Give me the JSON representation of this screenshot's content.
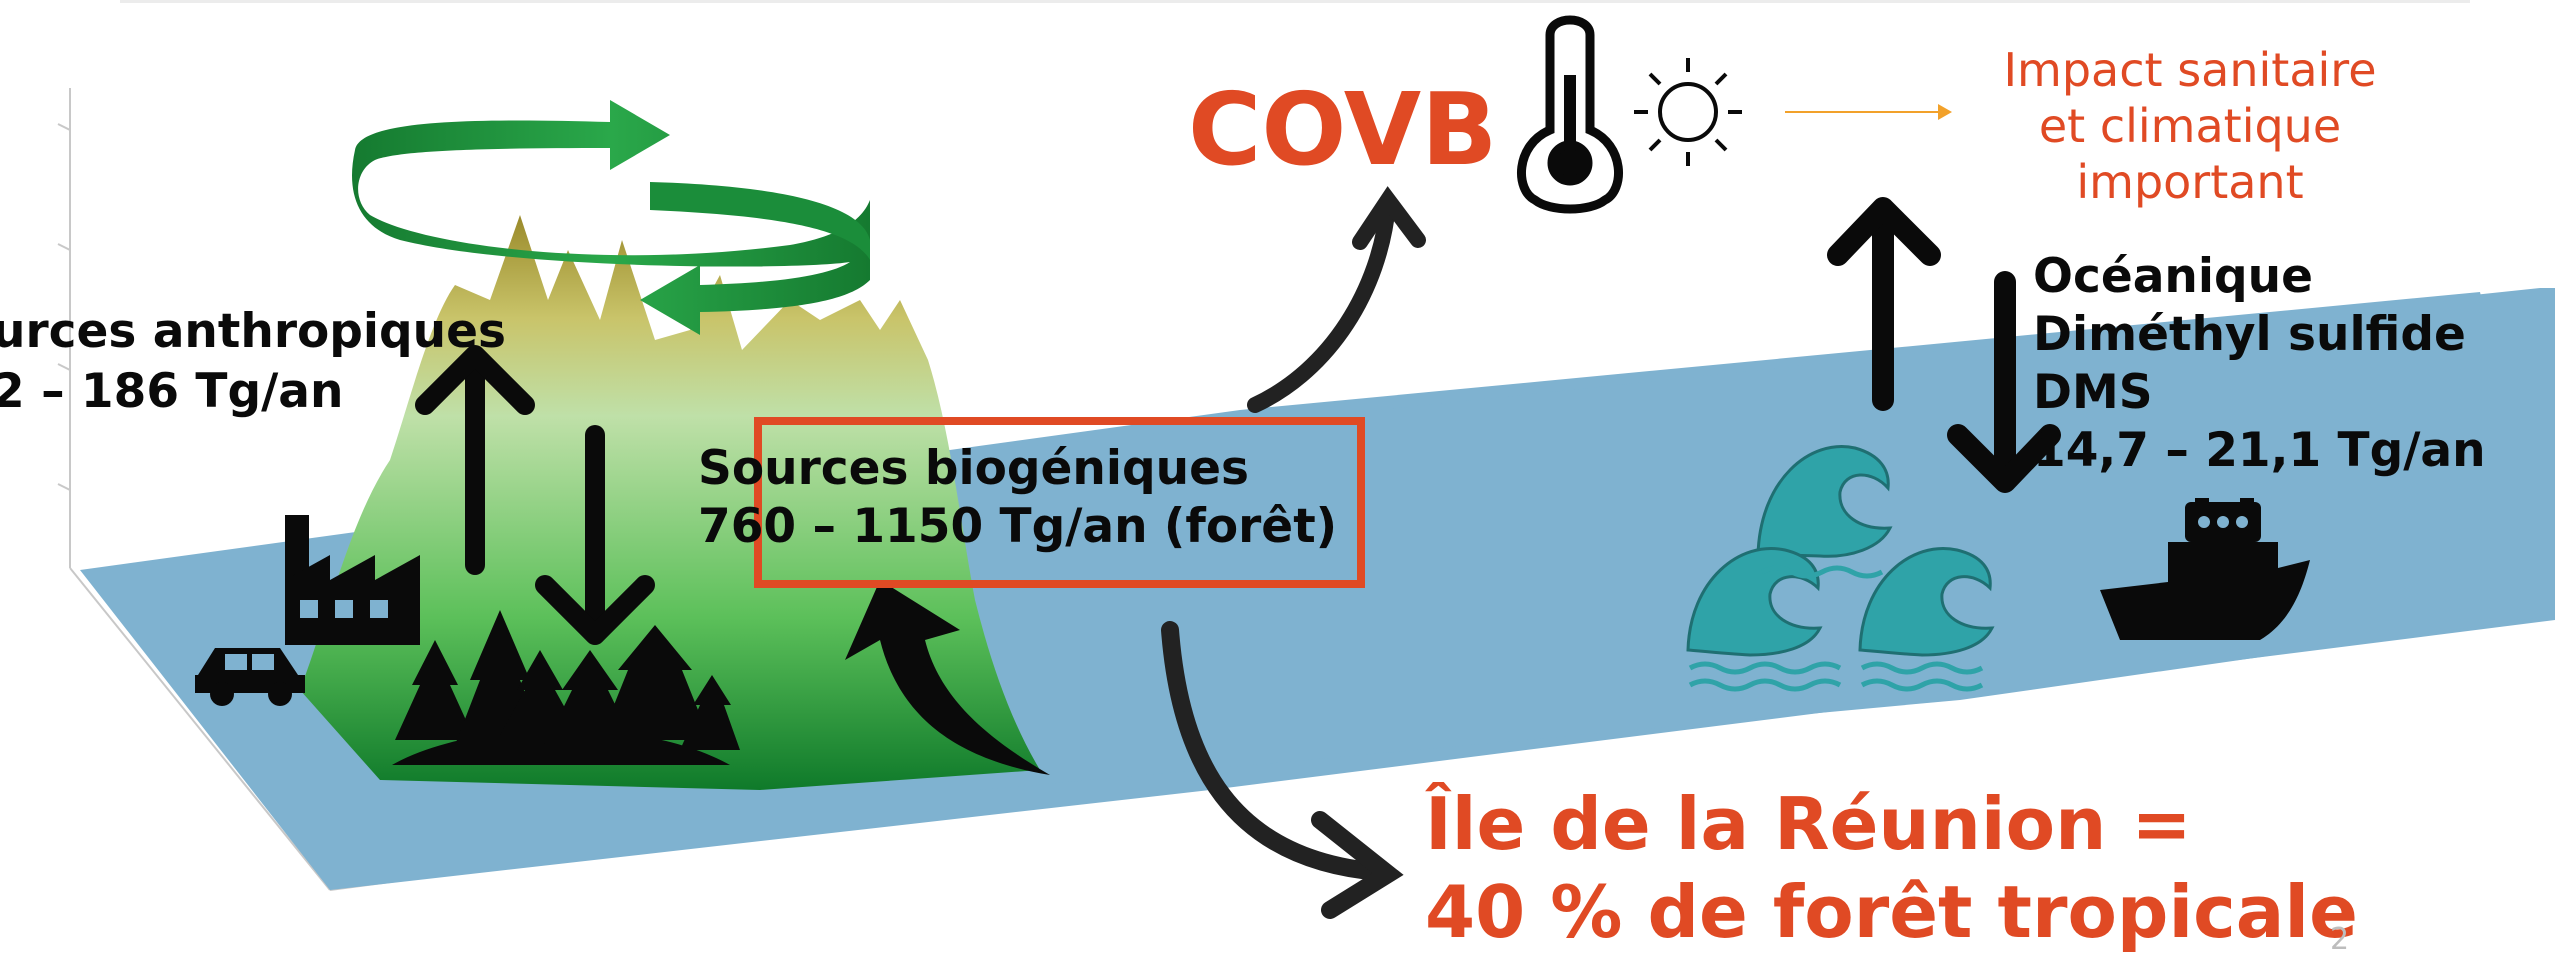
{
  "diagram": {
    "anthropogenic": {
      "line1": "urces anthropiques",
      "line2": "2 – 186 Tg/an"
    },
    "biogenic": {
      "line1": "Sources biogéniques",
      "line2": "760 – 1150 Tg/an (forêt)"
    },
    "oceanic": {
      "line1": "Océanique",
      "line2": "Diméthyl sulfide",
      "line3": "DMS",
      "line4": "14,7 – 21,1 Tg/an"
    },
    "covb": "COVB",
    "impact": "Impact sanitaire\net climatique\nimportant",
    "reunion": {
      "line1": "Île de la Réunion =",
      "line2": "40 % de forêt tropicale"
    },
    "page_number": "2",
    "icons": [
      "factory-icon",
      "car-icon",
      "forest-icon",
      "thermometer-icon",
      "sun-icon",
      "waves-icon",
      "ship-icon",
      "circular-arrows-icon"
    ],
    "colors": {
      "accent": "#e04a24",
      "ocean": "#7fb2d0",
      "forest_green": "#1e8a3a",
      "waves": "#2fa3a8",
      "box_border": "#e04a24"
    }
  }
}
